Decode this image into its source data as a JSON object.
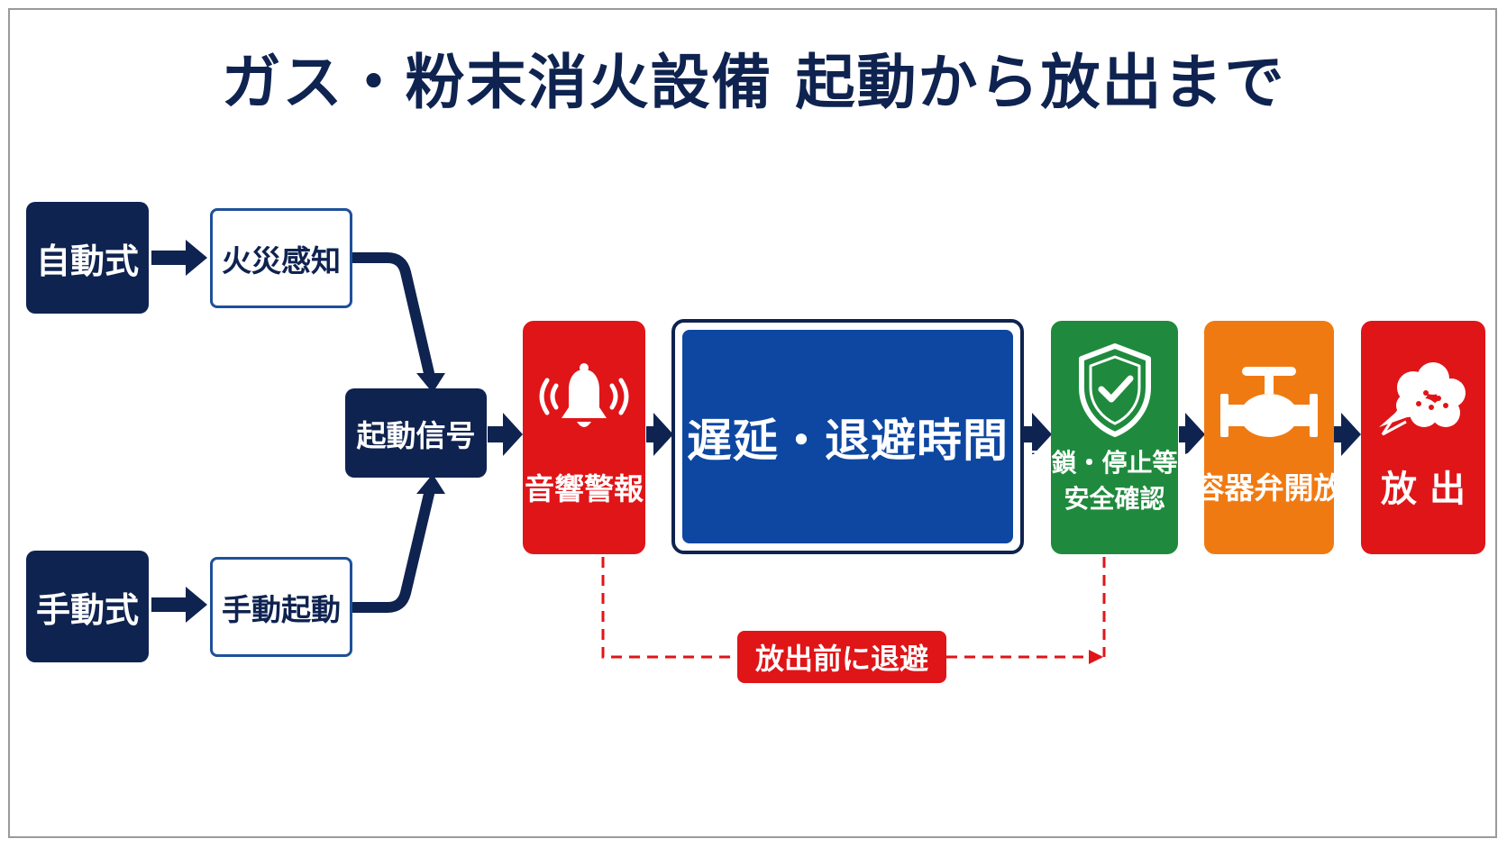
{
  "title": "ガス・粉末消火設備 起動から放出まで",
  "inputs": {
    "auto": {
      "type_label": "自動式",
      "trigger_label": "火災感知"
    },
    "manual": {
      "type_label": "手動式",
      "trigger_label": "手動起動"
    }
  },
  "signal": {
    "label": "起動信号"
  },
  "steps": [
    {
      "label": "音響警報",
      "color": "#e01518",
      "icon": "bell-icon"
    },
    {
      "label": "遅延・退避時間",
      "color": "#0d47a1"
    },
    {
      "line1": "閉鎖・停止等の",
      "line2": "安全確認",
      "color": "#1f8a3d",
      "icon": "shield-check-icon"
    },
    {
      "label": "容器弁開放",
      "color": "#f07a12",
      "icon": "valve-icon"
    },
    {
      "label": "放 出",
      "color": "#e01518",
      "icon": "discharge-cloud-icon"
    }
  ],
  "evacuation_note": {
    "label": "放出前に退避",
    "color": "#e01518"
  },
  "colors": {
    "navy": "#0f2350",
    "outline": "#1f5099"
  }
}
